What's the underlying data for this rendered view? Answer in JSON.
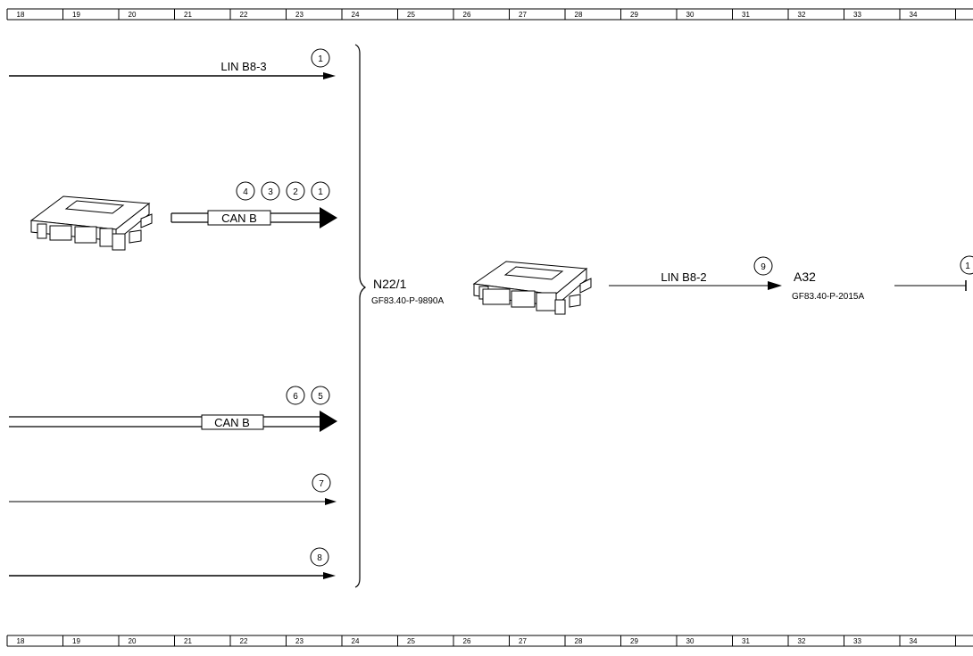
{
  "ruler": {
    "columns": [
      "18",
      "19",
      "20",
      "21",
      "22",
      "23",
      "24",
      "25",
      "26",
      "27",
      "28",
      "29",
      "30",
      "31",
      "32",
      "33",
      "34"
    ]
  },
  "lines": {
    "lin_b8_3": "LIN B8-3",
    "can_b_upper": "CAN B",
    "can_b_lower": "CAN B",
    "lin_b8_2": "LIN B8-2"
  },
  "markers": {
    "m1_top": "1",
    "m4": "4",
    "m3": "3",
    "m2": "2",
    "m1_can": "1",
    "m6": "6",
    "m5": "5",
    "m7": "7",
    "m8": "8",
    "m9": "9",
    "m_edge": "1"
  },
  "components": {
    "n22_1": {
      "id": "N22/1",
      "ref": "GF83.40-P-9890A"
    },
    "a32": {
      "id": "A32",
      "ref": "GF83.40-P-2015A"
    }
  },
  "colors": {
    "ink": "#000000",
    "background": "#ffffff"
  }
}
